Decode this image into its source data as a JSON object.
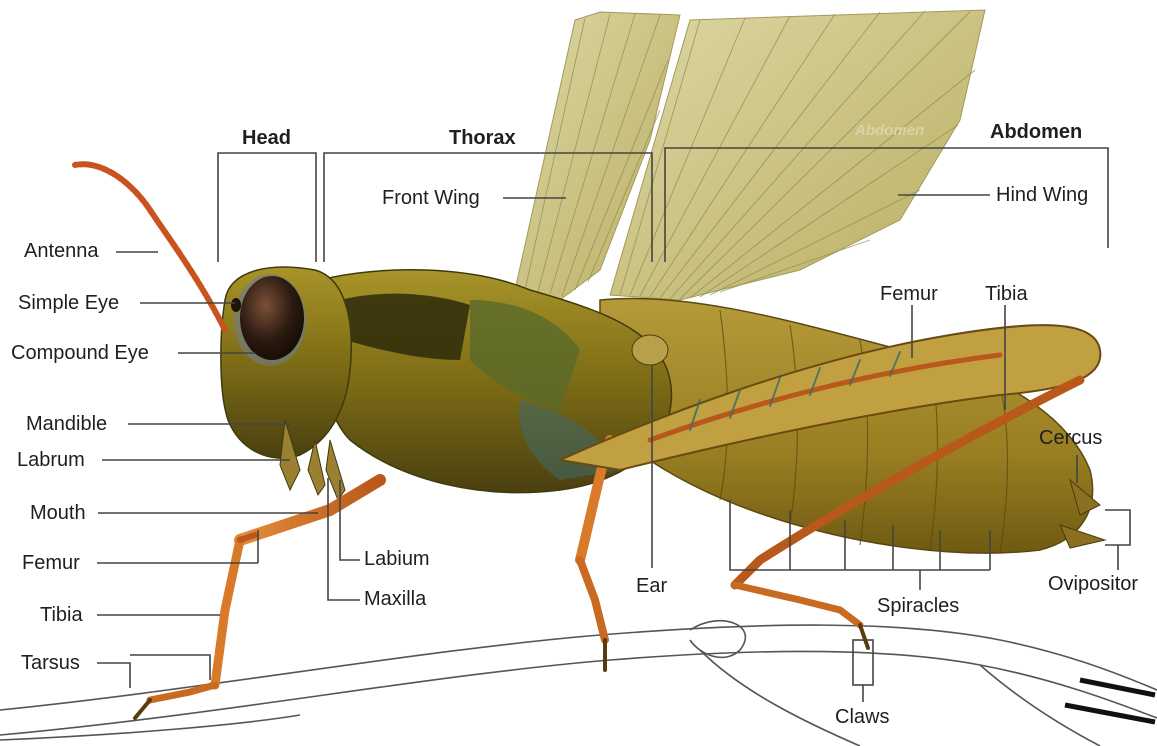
{
  "diagram": {
    "sections": {
      "head": "Head",
      "thorax": "Thorax",
      "abdomen": "Abdomen",
      "abdomen_watermark": "Abdomen"
    },
    "labels": {
      "front_wing": "Front Wing",
      "hind_wing": "Hind Wing",
      "antenna": "Antenna",
      "simple_eye": "Simple Eye",
      "compound_eye": "Compound Eye",
      "mandible": "Mandible",
      "labrum": "Labrum",
      "mouth": "Mouth",
      "femur_front": "Femur",
      "tibia_front": "Tibia",
      "tarsus": "Tarsus",
      "labium": "Labium",
      "maxilla": "Maxilla",
      "ear": "Ear",
      "femur_hind": "Femur",
      "tibia_hind": "Tibia",
      "cercus": "Cercus",
      "ovipositor": "Ovipositor",
      "spiracles": "Spiracles",
      "claws": "Claws"
    },
    "colors": {
      "leader_line": "#444444",
      "label_text": "#1f1f1f",
      "wing": "#c9c07c",
      "wing_vein": "#8f8a4c",
      "body_main": "#8a7a1a",
      "body_dark": "#3f3a0e",
      "leg": "#d97a2a",
      "antenna": "#c8531e",
      "eye": "#2b1a10",
      "branch": "#ffffff"
    }
  }
}
